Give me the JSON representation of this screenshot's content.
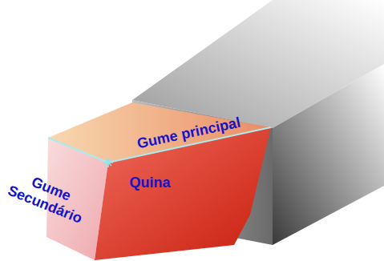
{
  "diagram": {
    "labels": [
      "Gume principal",
      "Quina",
      "Gume Secundário"
    ]
  }
}
